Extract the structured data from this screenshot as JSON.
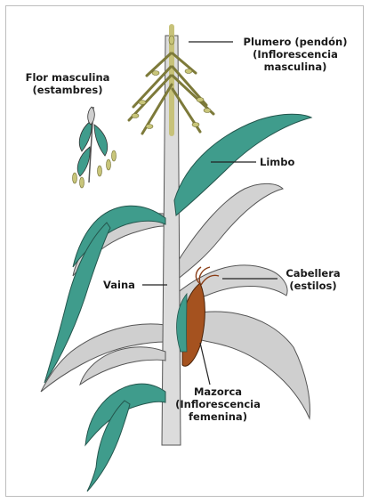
{
  "labels": {
    "plumero": "Plumero (pendón)\n(Inflorescencia\nmasculina)",
    "flor_masculina": "Flor masculina\n(estambres)",
    "limbo": "Limbo",
    "cabellera": "Cabellera\n(estilos)",
    "vaina": "Vaina",
    "mazorca": "Mazorca\n(Inflorescencia\nfemenina)"
  },
  "colors": {
    "leaf_green": "#3f9c8c",
    "leaf_grey": "#c9c9c9",
    "stem": "#d9d9d9",
    "tassel": "#b9b66a",
    "ear": "#a5521f",
    "line": "#222222"
  }
}
